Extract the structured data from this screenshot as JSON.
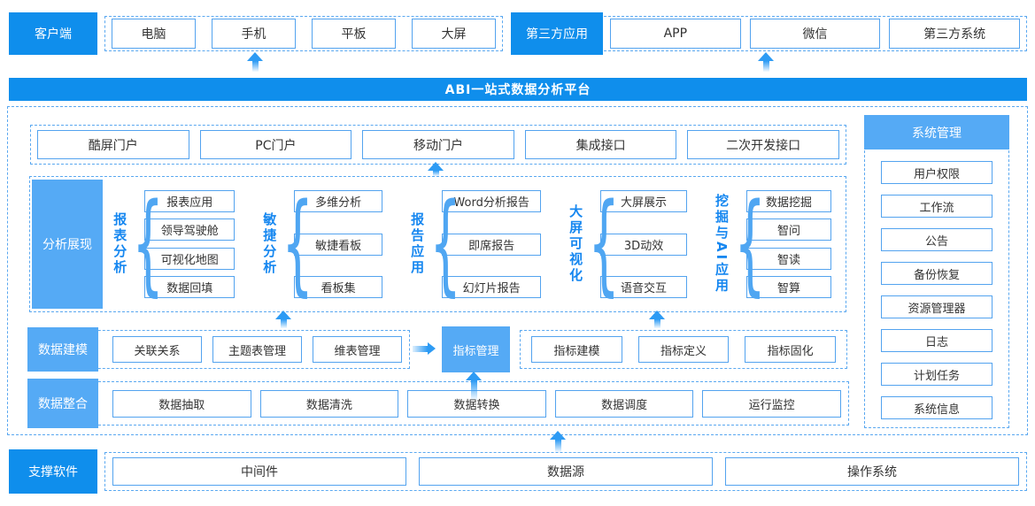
{
  "colors": {
    "primary_blue": "#0f8eec",
    "light_blue": "#55aaf5",
    "box_border": "#53a3ef",
    "dashed_border": "#5aa8f0",
    "group_title_blue": "#1687f0",
    "arrow_blue": "#2d9bf4",
    "box_text": "#333333"
  },
  "icons": {
    "up_arrow": "triangle-up",
    "right_arrow": "triangle-right",
    "brace": "{"
  },
  "top": {
    "client": {
      "label": "客户端",
      "items": [
        "电脑",
        "手机",
        "平板",
        "大屏"
      ]
    },
    "third_party": {
      "label": "第三方应用",
      "items": [
        "APP",
        "微信",
        "第三方系统"
      ]
    }
  },
  "banner": {
    "title": "ABI一站式数据分析平台"
  },
  "portals": {
    "items": [
      "酷屏门户",
      "PC门户",
      "移动门户",
      "集成接口",
      "二次开发接口"
    ]
  },
  "analysis": {
    "label": "分析展现",
    "groups": [
      {
        "title": "报表分析",
        "items": [
          "报表应用",
          "领导驾驶舱",
          "可视化地图",
          "数据回填"
        ]
      },
      {
        "title": "敏捷分析",
        "items": [
          "多维分析",
          "敏捷看板",
          "看板集"
        ]
      },
      {
        "title": "报告应用",
        "items": [
          "Word分析报告",
          "即席报告",
          "幻灯片报告"
        ]
      },
      {
        "title": "大屏可视化",
        "items": [
          "大屏展示",
          "3D动效",
          "语音交互"
        ]
      },
      {
        "title": "挖掘与AI应用",
        "items": [
          "数据挖掘",
          "智问",
          "智读",
          "智算"
        ]
      }
    ]
  },
  "modeling": {
    "label": "数据建模",
    "items": [
      "关联关系",
      "主题表管理",
      "维表管理"
    ],
    "indicator": {
      "label": "指标管理",
      "items": [
        "指标建模",
        "指标定义",
        "指标固化"
      ]
    }
  },
  "integration": {
    "label": "数据整合",
    "items": [
      "数据抽取",
      "数据清洗",
      "数据转换",
      "数据调度",
      "运行监控"
    ]
  },
  "system": {
    "label": "系统管理",
    "items": [
      "用户权限",
      "工作流",
      "公告",
      "备份恢复",
      "资源管理器",
      "日志",
      "计划任务",
      "系统信息"
    ]
  },
  "support": {
    "label": "支撑软件",
    "items": [
      "中间件",
      "数据源",
      "操作系统"
    ]
  }
}
